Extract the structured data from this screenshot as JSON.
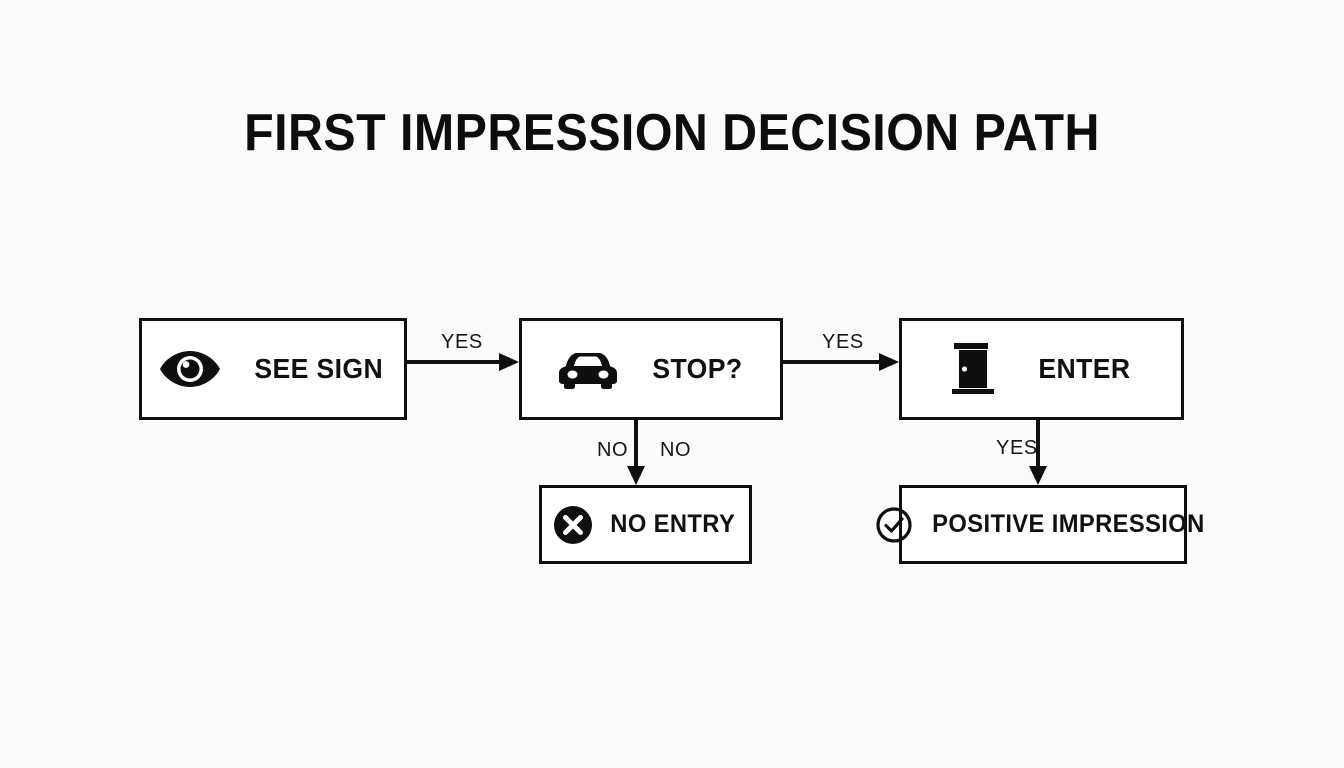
{
  "page": {
    "title": "FIRST IMPRESSION DECISION PATH",
    "background_color": "#fbfbfb",
    "ink_color": "#0f0f0f"
  },
  "diagram": {
    "type": "flowchart",
    "nodes": [
      {
        "id": "see-sign",
        "label": "SEE SIGN",
        "icon": "eye-icon",
        "row": 1,
        "column": 1
      },
      {
        "id": "stop",
        "label": "STOP?",
        "icon": "car-icon",
        "row": 1,
        "column": 2
      },
      {
        "id": "enter",
        "label": "ENTER",
        "icon": "door-icon",
        "row": 1,
        "column": 3
      },
      {
        "id": "no-entry",
        "label": "NO ENTRY",
        "icon": "circle-x-icon",
        "row": 2,
        "column": 2
      },
      {
        "id": "positive-impression",
        "label": "POSITIVE IMPRESSION",
        "icon": "circle-check-icon",
        "row": 2,
        "column": 3
      }
    ],
    "edges": [
      {
        "id": "see-to-stop",
        "from": "see-sign",
        "to": "stop",
        "label": "YES",
        "direction": "right"
      },
      {
        "id": "stop-to-enter",
        "from": "stop",
        "to": "enter",
        "label": "YES",
        "direction": "right"
      },
      {
        "id": "stop-to-no-entry",
        "from": "stop",
        "to": "no-entry",
        "label_left": "NO",
        "label_right": "NO",
        "direction": "down"
      },
      {
        "id": "enter-to-positive",
        "from": "enter",
        "to": "positive-impression",
        "label": "YES",
        "direction": "down"
      }
    ]
  }
}
